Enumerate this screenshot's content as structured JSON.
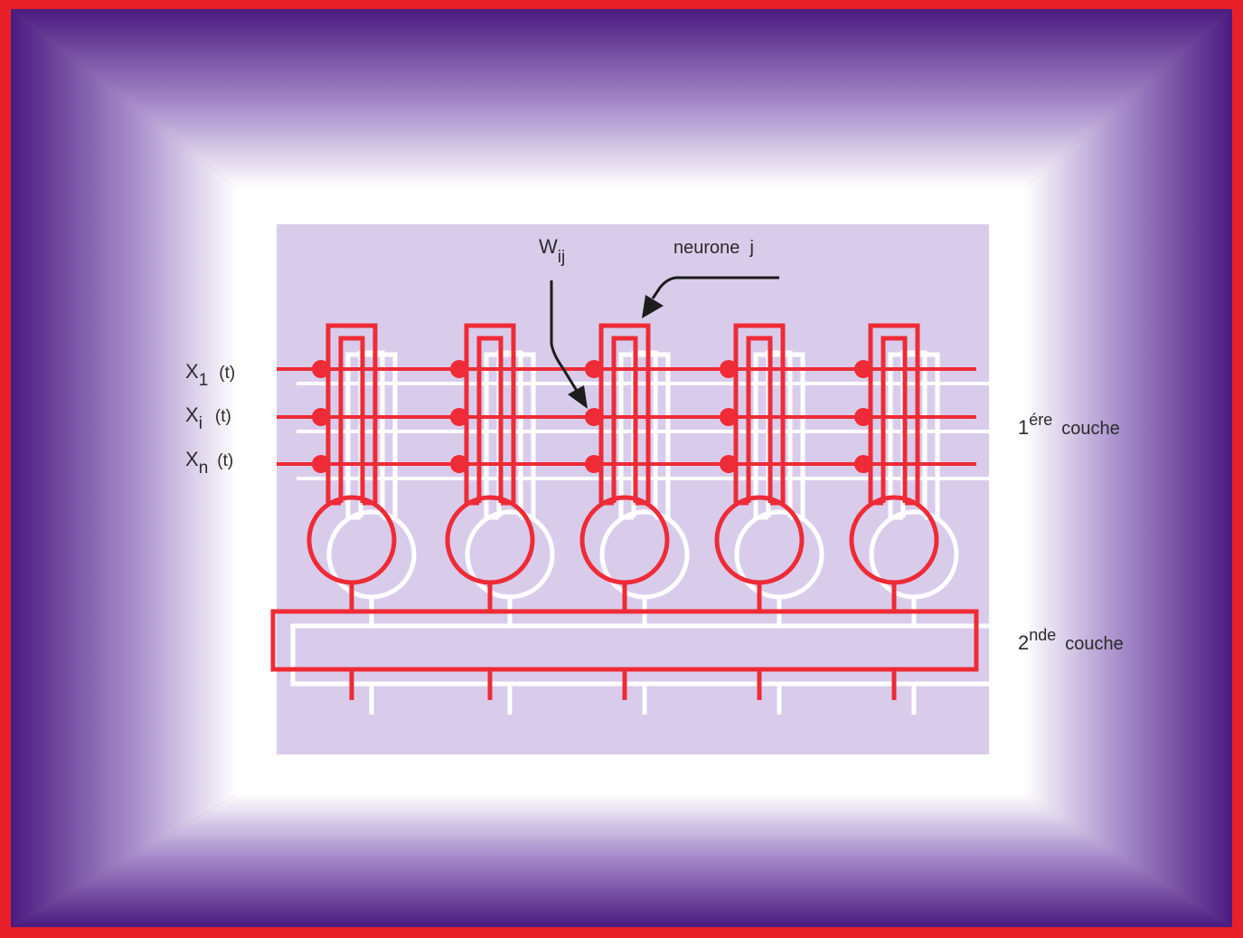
{
  "diagram": {
    "inputs": [
      {
        "var": "X",
        "sub": "1",
        "arg": "(t)"
      },
      {
        "var": "X",
        "sub": "i",
        "arg": "(t)"
      },
      {
        "var": "X",
        "sub": "n",
        "arg": "(t)"
      }
    ],
    "weight_label": {
      "var": "W",
      "sub": "ij"
    },
    "neuron_label": "neurone  j",
    "layer1": {
      "num": "1",
      "sup": "ére",
      "word": "couche"
    },
    "layer2": {
      "num": "2",
      "sup": "nde",
      "word": "couche"
    },
    "neuron_count": 5
  },
  "colors": {
    "frame_border": "#e8202a",
    "frame_dark": "#4a1a80",
    "frame_light": "#ffffff",
    "panel": "#d9cceb",
    "wire": "#ee2b36",
    "wire_shadow": "#ffffff",
    "text": "#2a2a2a"
  }
}
